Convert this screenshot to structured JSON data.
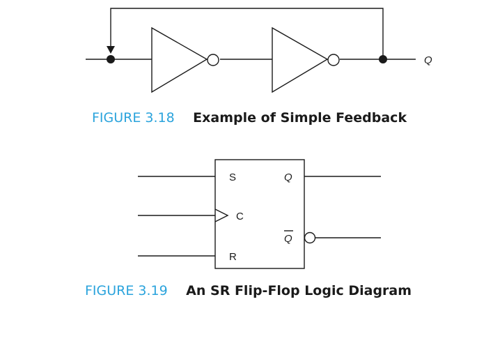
{
  "figure_318": {
    "number": "FIGURE 3.18",
    "title": "Example of Simple Feedback",
    "output_label": "Q"
  },
  "figure_319": {
    "number": "FIGURE 3.19",
    "title": "An SR Flip-Flop Logic Diagram",
    "input_s": "S",
    "input_c": "C",
    "input_r": "R",
    "output_q": "Q",
    "output_qbar": "Q"
  },
  "colors": {
    "caption_number": "#2aa3dc",
    "ink": "#1a1a1a"
  }
}
